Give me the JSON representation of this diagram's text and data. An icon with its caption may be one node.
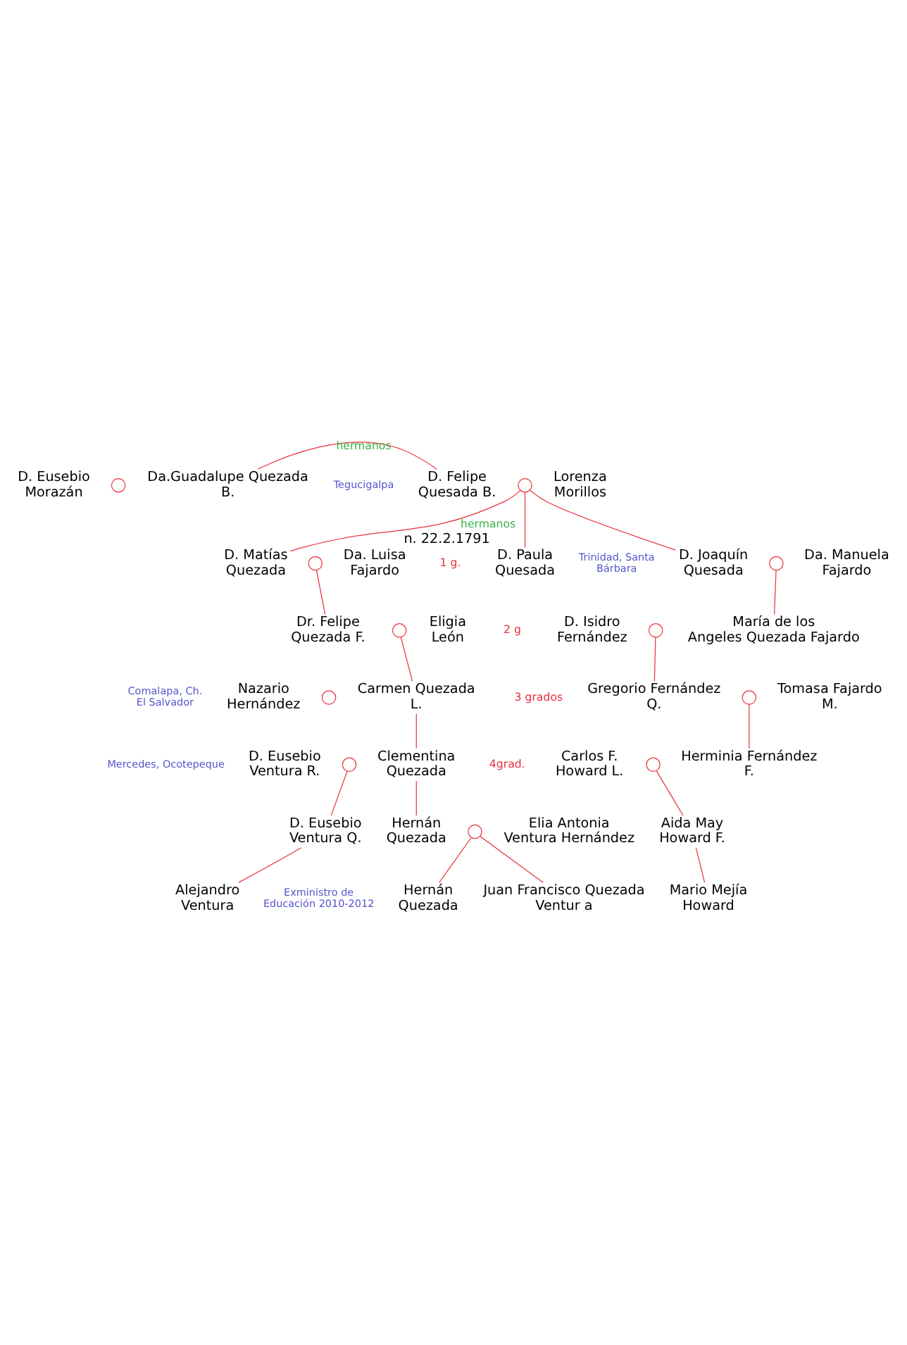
{
  "diagram": {
    "nodes": [
      {
        "text": [
          "D. Eusebio Morazán"
        ]
      },
      {
        "text": [],
        "shape": "circle"
      },
      {
        "text": [
          "Da.Guadalupe Quezada B."
        ]
      },
      {
        "text": [
          "D. Felipe Quesada B."
        ]
      },
      {
        "text": [],
        "shape": "circle"
      },
      {
        "text": [
          "Lorenza Morillos"
        ]
      },
      {
        "text": [
          "D. Matías Quezada"
        ]
      },
      {
        "text": [],
        "shape": "circle"
      },
      {
        "text": [
          "Da. Luisa Fajardo"
        ]
      },
      {
        "text": [
          "D. Paula Quesada"
        ],
        "beside": [
          "n. 22.2.1791"
        ]
      },
      {
        "text": [
          "D. Joaquín Quesada"
        ]
      },
      {
        "text": [],
        "shape": "circle"
      },
      {
        "text": [
          "Da. Manuela Fajardo"
        ]
      },
      {
        "text": [
          "Dr. Felipe Quezada F."
        ]
      },
      {
        "text": [],
        "shape": "circle"
      },
      {
        "text": [
          "Eligia León"
        ]
      },
      {
        "text": [
          "D. Isidro Fernández"
        ]
      },
      {
        "text": [],
        "shape": "circle"
      },
      {
        "text": [
          "María de los Angeles Quezada Fajardo"
        ]
      },
      {
        "text": [
          "Nazario Hernández"
        ]
      },
      {
        "text": [],
        "shape": "circle"
      },
      {
        "text": [
          "Carmen Quezada L."
        ]
      },
      {
        "text": [
          "Gregorio Fernández Q."
        ]
      },
      {
        "text": [],
        "shape": "circle"
      },
      {
        "text": [
          "Tomasa Fajardo M."
        ]
      },
      {
        "text": [
          "D. Eusebio Ventura R."
        ]
      },
      {
        "text": [],
        "shape": "circle"
      },
      {
        "text": [
          "Clementina Quezada"
        ]
      },
      {
        "text": [
          "Carlos F. Howard L."
        ]
      },
      {
        "text": [],
        "shape": "circle"
      },
      {
        "text": [
          "Herminia Fernández F."
        ]
      },
      {
        "text": [
          "D. Eusebio Ventura Q."
        ]
      },
      {
        "text": [
          "Hernán Quezada"
        ]
      },
      {
        "text": [],
        "shape": "circle"
      },
      {
        "text": [
          "Elia Antonia Ventura Hernández"
        ]
      },
      {
        "text": [
          "Aida May Howard F."
        ]
      },
      {
        "text": [
          "Alejandro Ventura"
        ]
      },
      {
        "text": [
          "Hernán Quezada"
        ]
      },
      {
        "text": [
          "Juan Francisco Quezada Ventur a"
        ]
      },
      {
        "text": [
          "Mario Mejía Howard"
        ]
      }
    ],
    "edges": [
      {
        "from": 2,
        "to": 3,
        "arrow": "none",
        "label": "hermanos"
      },
      {
        "from": 4,
        "to": 6,
        "arrow": "none",
        "label": "hermanos"
      },
      {
        "from": 4,
        "to": 9,
        "arrow": "none"
      },
      {
        "from": 4,
        "to": 10,
        "arrow": "none"
      },
      {
        "from": 7,
        "to": 13,
        "arrow": "none"
      },
      {
        "from": 11,
        "to": 18,
        "arrow": "none"
      },
      {
        "from": 14,
        "to": 21,
        "arrow": "none"
      },
      {
        "from": 17,
        "to": 22,
        "arrow": "none"
      },
      {
        "from": 21,
        "to": 27,
        "arrow": "none"
      },
      {
        "from": 23,
        "to": 30,
        "arrow": "none"
      },
      {
        "from": 26,
        "to": 31,
        "arrow": "none"
      },
      {
        "from": 27,
        "to": 32,
        "arrow": "none"
      },
      {
        "from": 29,
        "to": 35,
        "arrow": "none"
      },
      {
        "from": 31,
        "to": 36,
        "arrow": "none"
      },
      {
        "from": 33,
        "to": 37,
        "arrow": "none"
      },
      {
        "from": 33,
        "to": 38,
        "arrow": "none"
      },
      {
        "from": 35,
        "to": 39,
        "arrow": "none"
      }
    ],
    "labels": [
      "Tegucigalpa",
      "Trinidad, Santa Bárbara",
      "1 g.",
      "2 g",
      "Comalapa, Ch. El Salvador",
      "3 grados",
      "Mercedes, Ocotepeque",
      "4grad.",
      "Exministro de Educación 2010-2012"
    ]
  }
}
